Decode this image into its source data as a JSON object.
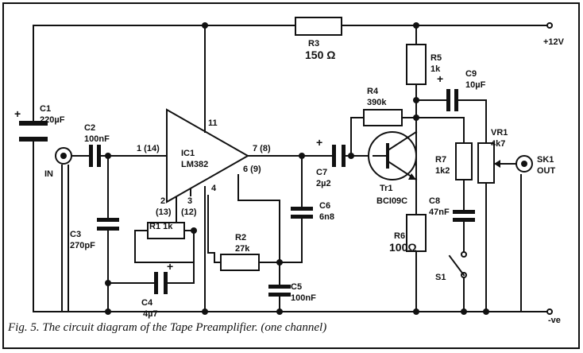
{
  "caption": "Fig. 5. The circuit diagram of the Tape Preamplifier. (one channel)",
  "labels": {
    "c1_name": "C1",
    "c1_value": "220µF",
    "c2_name": "C2",
    "c2_value": "100nF",
    "in": "IN",
    "c3_name": "C3",
    "c3_value": "270pF",
    "pin1": "1 (14)",
    "ic1_name": "IC1",
    "ic1_part": "LM382",
    "pin11": "11",
    "pin7": "7 (8)",
    "pin6": "6 (9)",
    "pin4": "4",
    "pin2": "2",
    "pin13": "(13)",
    "pin3": "3",
    "pin12": "(12)",
    "r1": "R1 1k",
    "c4_name": "C4",
    "c4_value": "4µ7",
    "r2_name": "R2",
    "r2_value": "27k",
    "c5_name": "C5",
    "c5_value": "100nF",
    "c6_name": "C6",
    "c6_value": "6n8",
    "c7_name": "C7",
    "c7_value": "2µ2",
    "r3_name": "R3",
    "r3_value": "150 Ω",
    "r4_name": "R4",
    "r4_value": "390k",
    "r5_name": "R5",
    "r5_value": "1k",
    "c9_name": "C9",
    "c9_value": "10µF",
    "tr1_name": "Tr1",
    "tr1_part": "BCI09C",
    "r7_name": "R7",
    "r7_value": "1k2",
    "r6_name": "R6",
    "r6_value": "100Ω",
    "c8_name": "C8",
    "c8_value": "47nF",
    "s1": "S1",
    "vr1_name": "VR1",
    "vr1_value": "4k7",
    "sk1_name": "SK1",
    "sk1_out": "OUT",
    "plus12v": "+12V",
    "minus_ve": "-ve"
  }
}
